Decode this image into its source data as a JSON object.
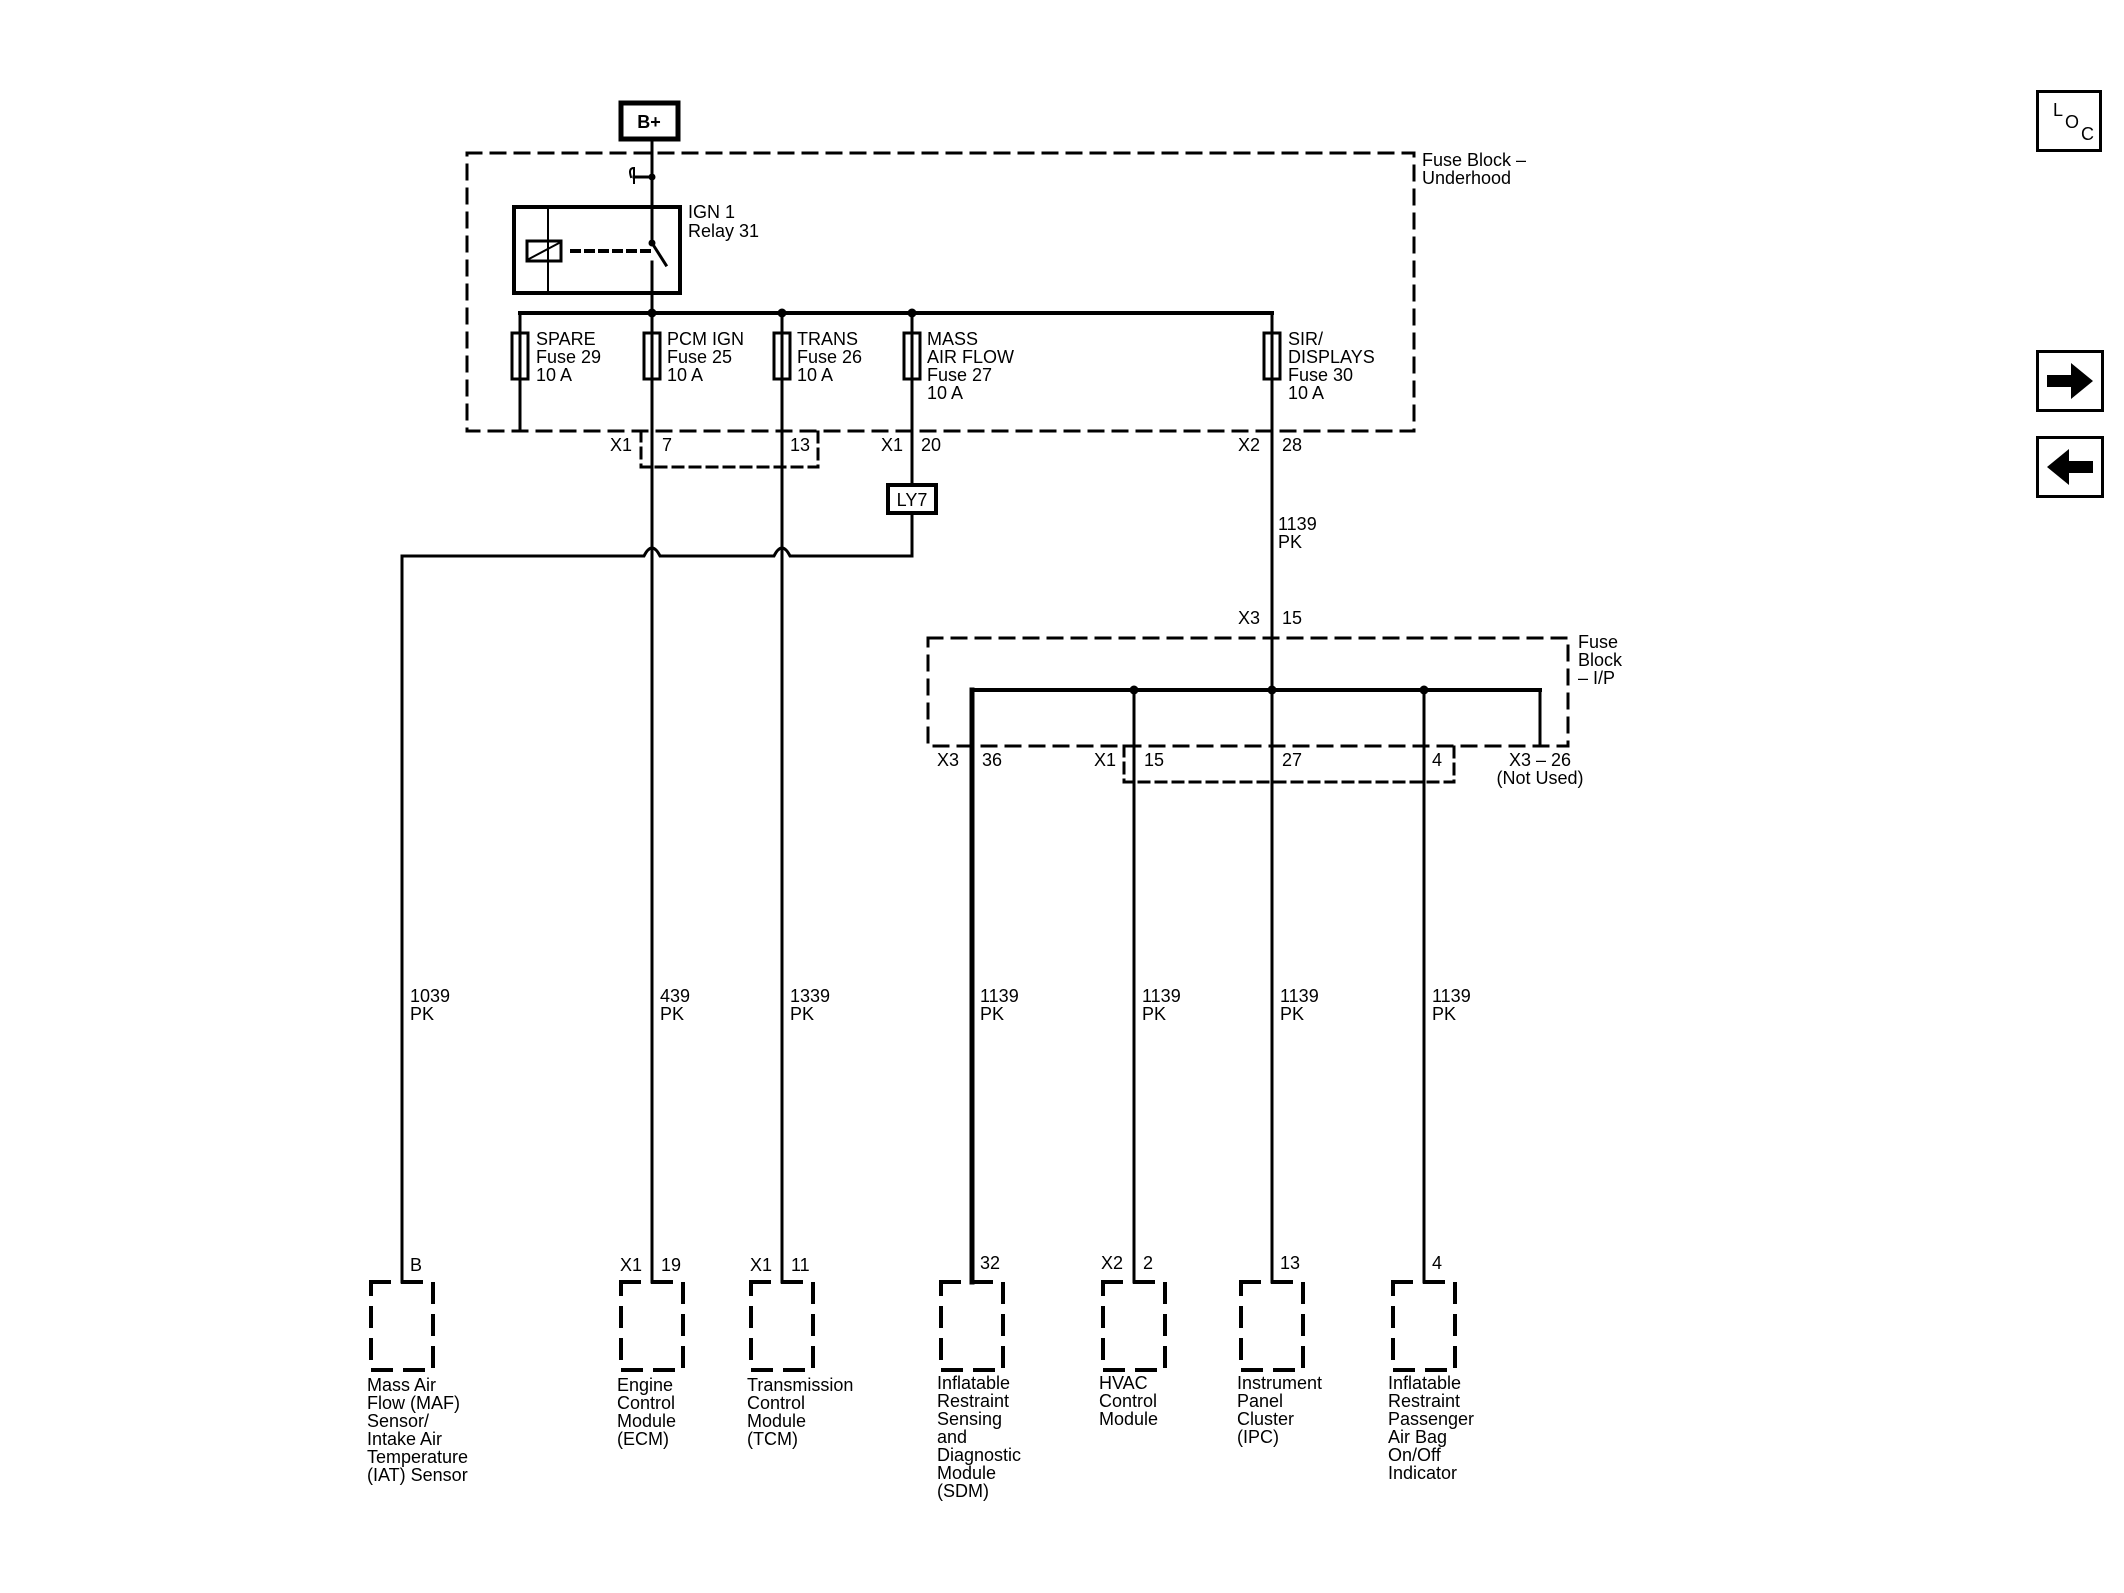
{
  "colors": {
    "line": "#000000",
    "background": "#ffffff"
  },
  "nav": {
    "loc": {
      "l": "L",
      "o": "O",
      "c": "C"
    },
    "next_icon": "arrow-right-icon",
    "prev_icon": "arrow-left-icon"
  },
  "diagram": {
    "battery": "B+",
    "fuse_block_underhood": {
      "line1": "Fuse Block –",
      "line2": "Underhood"
    },
    "relay": {
      "line1": "IGN 1",
      "line2": "Relay 31"
    },
    "fuses": [
      {
        "lines": [
          "SPARE",
          "Fuse 29",
          "10 A"
        ]
      },
      {
        "lines": [
          "PCM IGN",
          "Fuse 25",
          "10 A"
        ]
      },
      {
        "lines": [
          "TRANS",
          "Fuse 26",
          "10 A"
        ]
      },
      {
        "lines": [
          "MASS",
          "AIR FLOW",
          "Fuse 27",
          "10 A"
        ]
      },
      {
        "lines": [
          "SIR/",
          "DISPLAYS",
          "Fuse 30",
          "10 A"
        ]
      }
    ],
    "underhood_pins": {
      "x1_a": "X1",
      "pin_7": "7",
      "pin_13": "13",
      "x1_b": "X1",
      "pin_20": "20",
      "x2": "X2",
      "pin_28": "28"
    },
    "splice": "LY7",
    "feed_wire": {
      "circuit": "1139",
      "color": "PK"
    },
    "ip_feed": {
      "connector": "X3",
      "pin": "15"
    },
    "fuse_block_ip": {
      "line1": "Fuse",
      "line2": "Block",
      "line3": "– I/P"
    },
    "ip_pins": {
      "x3": "X3",
      "pin_36": "36",
      "x1": "X1",
      "pin_15": "15",
      "pin_27": "27",
      "pin_4": "4",
      "not_used_1": "X3 – 26",
      "not_used_2": "(Not Used)"
    },
    "wires": [
      {
        "circuit": "1039",
        "color": "PK"
      },
      {
        "circuit": "439",
        "color": "PK"
      },
      {
        "circuit": "1339",
        "color": "PK"
      },
      {
        "circuit": "1139",
        "color": "PK"
      },
      {
        "circuit": "1139",
        "color": "PK"
      },
      {
        "circuit": "1139",
        "color": "PK"
      },
      {
        "circuit": "1139",
        "color": "PK"
      }
    ],
    "components": [
      {
        "connector": "",
        "pin": "B",
        "lines": [
          "Mass Air",
          "Flow (MAF)",
          "Sensor/",
          "Intake Air",
          "Temperature",
          "(IAT) Sensor"
        ]
      },
      {
        "connector": "X1",
        "pin": "19",
        "lines": [
          "Engine",
          "Control",
          "Module",
          "(ECM)"
        ]
      },
      {
        "connector": "X1",
        "pin": "11",
        "lines": [
          "Transmission",
          "Control",
          "Module",
          "(TCM)"
        ]
      },
      {
        "connector": "",
        "pin": "32",
        "lines": [
          "Inflatable",
          "Restraint",
          "Sensing",
          "and",
          "Diagnostic",
          "Module",
          "(SDM)"
        ]
      },
      {
        "connector": "X2",
        "pin": "2",
        "lines": [
          "HVAC",
          "Control",
          "Module"
        ]
      },
      {
        "connector": "",
        "pin": "13",
        "lines": [
          "Instrument",
          "Panel",
          "Cluster",
          "(IPC)"
        ]
      },
      {
        "connector": "",
        "pin": "4",
        "lines": [
          "Inflatable",
          "Restraint",
          "Passenger",
          "Air Bag",
          "On/Off",
          "Indicator"
        ]
      }
    ]
  }
}
